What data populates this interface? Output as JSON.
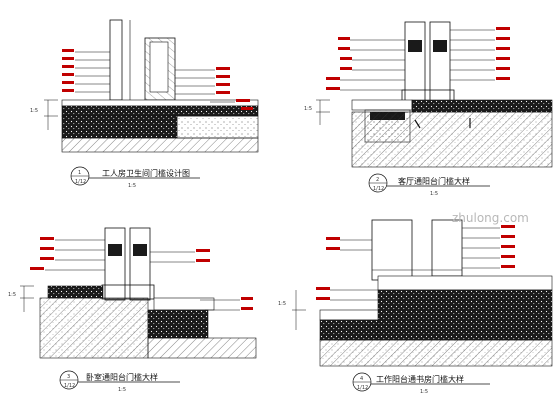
{
  "watermark": "zhulong.com",
  "details": [
    {
      "number": "1",
      "sheet_ref": "1/12",
      "title": "工人房卫生间门槛设计图",
      "scale": "1:5"
    },
    {
      "number": "2",
      "sheet_ref": "1/12",
      "title": "客厅通阳台门槛大样",
      "scale": "1:5"
    },
    {
      "number": "3",
      "sheet_ref": "1/12",
      "title": "卧室通阳台门槛大样",
      "scale": "1:5"
    },
    {
      "number": "4",
      "sheet_ref": "1/12",
      "title": "工作阳台通书房门槛大样",
      "scale": "1:5"
    }
  ],
  "dim_labels": [
    "1:5",
    "1:5",
    "1:5",
    "1:5"
  ],
  "colors": {
    "line": "#111111",
    "annotation": "#c00000",
    "fill_dark": "#1a1a1a"
  }
}
